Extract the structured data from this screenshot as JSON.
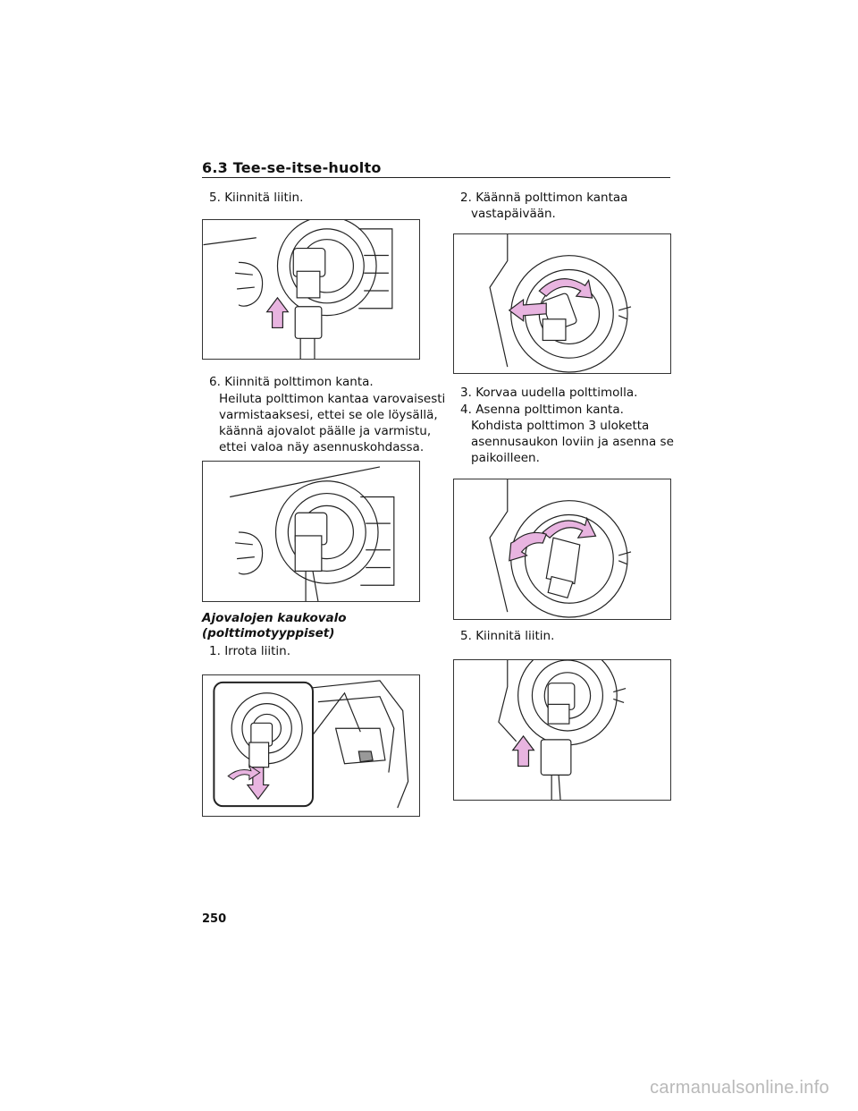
{
  "header": {
    "section_title": "6.3 Tee-se-itse-huolto"
  },
  "left_column": {
    "step5": {
      "num": "5.",
      "text": "Kiinnitä liitin."
    },
    "step6": {
      "num": "6.",
      "text": "Kiinnitä polttimon kanta.",
      "detail_lines": [
        "Heiluta polttimon kantaa varovaisesti",
        "varmistaaksesi, ettei se ole löysällä,",
        "käännä ajovalot päälle ja varmistu,",
        "ettei valoa näy asennuskohdassa."
      ]
    },
    "subheading_lines": [
      "Ajovalojen kaukovalo",
      "(polttimotyyppiset)"
    ],
    "step1": {
      "num": "1.",
      "text": "Irrota liitin."
    }
  },
  "right_column": {
    "step2": {
      "num": "2.",
      "lines": [
        "Käännä polttimon kantaa",
        "vastapäivään."
      ]
    },
    "step3": {
      "num": "3.",
      "text": "Korvaa uudella polttimolla."
    },
    "step4": {
      "num": "4.",
      "text": "Asenna polttimon kanta.",
      "detail_lines": [
        "Kohdista polttimon 3 uloketta",
        "asennusaukon loviin ja asenna se",
        "paikoilleen."
      ]
    },
    "step5": {
      "num": "5.",
      "text": "Kiinnitä liitin."
    }
  },
  "footer": {
    "page_number": "250",
    "watermark": "carmanualsonline.info"
  },
  "colors": {
    "arrow_fill": "#e8b4e0",
    "line": "#222222"
  }
}
